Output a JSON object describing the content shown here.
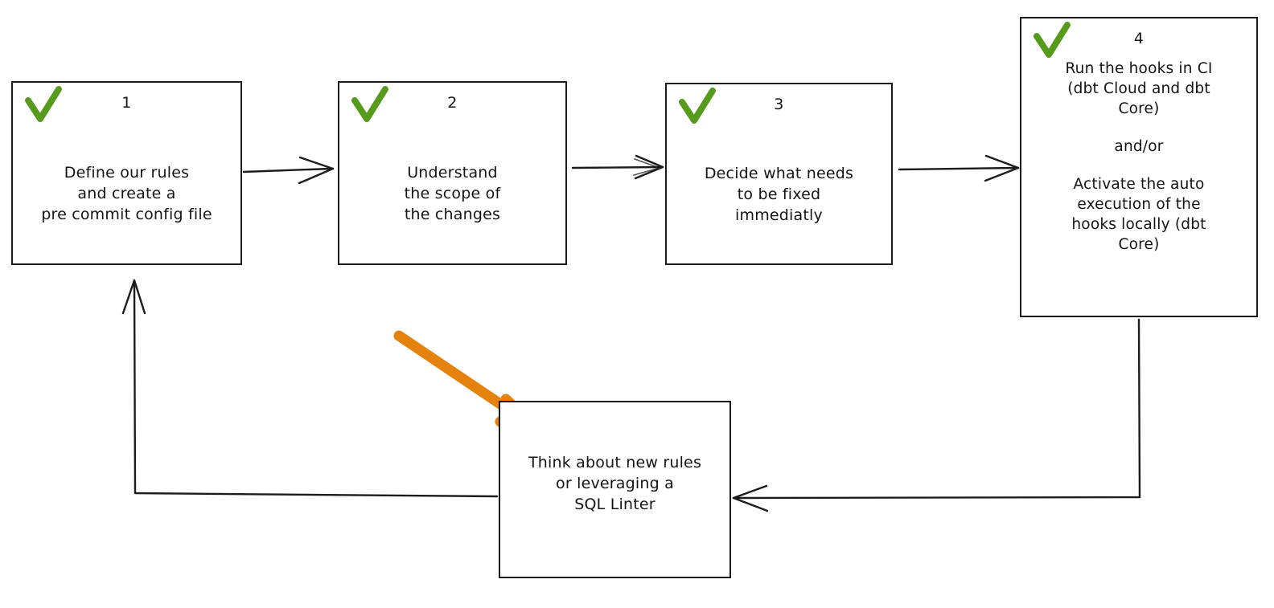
{
  "diagram": {
    "title": "pre-commit hooks adoption workflow",
    "style": "hand-drawn whiteboard flowchart",
    "colors": {
      "stroke": "#1c1c1c",
      "check_green": "#579b1c",
      "highlight_orange": "#e5820e",
      "background": "#ffffff"
    },
    "nodes": [
      {
        "id": "step-1",
        "number": "1",
        "checked": true,
        "check_icon": "green-checkmark-icon",
        "lines": [
          "Define our rules",
          "and create a",
          "pre commit config file"
        ]
      },
      {
        "id": "step-2",
        "number": "2",
        "checked": true,
        "check_icon": "green-checkmark-icon",
        "lines": [
          "Understand",
          "the scope of",
          "the changes"
        ]
      },
      {
        "id": "step-3",
        "number": "3",
        "checked": true,
        "check_icon": "green-checkmark-icon",
        "lines": [
          "Decide what needs",
          "to be fixed",
          "immediatly"
        ]
      },
      {
        "id": "step-4",
        "number": "4",
        "checked": true,
        "check_icon": "green-checkmark-icon",
        "lines": [
          "Run the hooks in CI",
          "(dbt Cloud and dbt",
          "Core)",
          "",
          "and/or",
          "",
          "Activate the auto",
          "execution of the",
          "hooks locally (dbt",
          "Core)"
        ]
      },
      {
        "id": "step-5-loop",
        "number": "",
        "checked": false,
        "check_icon": "",
        "lines": [
          "Think about new rules",
          "or leveraging a",
          "SQL Linter"
        ]
      }
    ],
    "connectors": [
      {
        "id": "arrow-1-to-2",
        "from": "step-1",
        "to": "step-2",
        "direction": "right"
      },
      {
        "id": "arrow-2-to-3",
        "from": "step-2",
        "to": "step-3",
        "direction": "right"
      },
      {
        "id": "arrow-3-to-4",
        "from": "step-3",
        "to": "step-4",
        "direction": "right"
      },
      {
        "id": "arrow-4-to-loop",
        "from": "step-4",
        "to": "step-5-loop",
        "direction": "left"
      },
      {
        "id": "arrow-loop-to-1",
        "from": "step-5-loop",
        "to": "step-1",
        "direction": "up"
      }
    ],
    "annotation": {
      "id": "orange-highlight-arrow",
      "shape": "thick orange hand-drawn arrow",
      "points_to": "step-5-loop"
    }
  }
}
